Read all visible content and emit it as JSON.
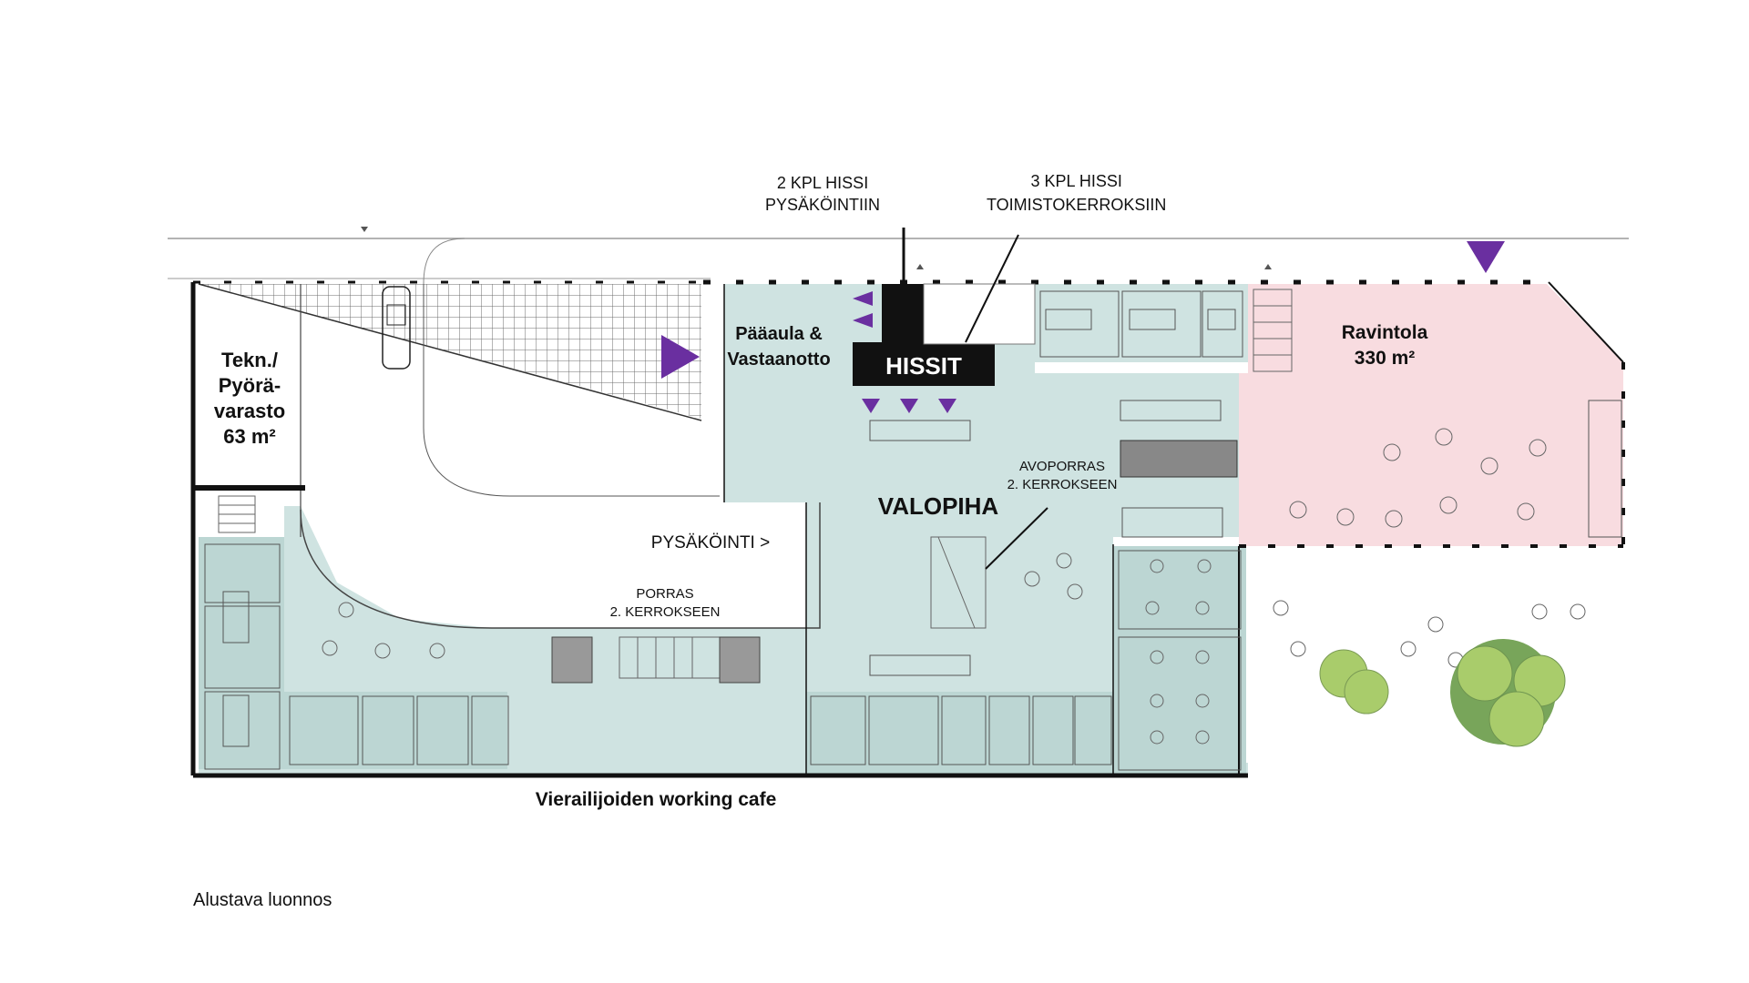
{
  "annotations": {
    "elev_parking": [
      "2 KPL HISSI",
      "PYSÄKÖINTIIN"
    ],
    "elev_office": [
      "3 KPL HISSI",
      "TOIMISTOKERROKSIIN"
    ]
  },
  "rooms": {
    "tech": [
      "Tekn./",
      "Pyörä-",
      "varasto",
      "63 m²"
    ],
    "lobby": [
      "Pääaula &",
      "Vastaanotto"
    ],
    "elevators": "HISSIT",
    "restaurant": [
      "Ravintola",
      "330 m²"
    ],
    "atrium": "VALOPIHA",
    "open_stair": [
      "AVOPORRAS",
      "2. KERROKSEEN"
    ],
    "parking": "PYSÄKÖINTI >",
    "stair": [
      "PORRAS",
      "2. KERROKSEEN"
    ],
    "cafe": "Vierailijoiden working cafe"
  },
  "footer": "Alustava luonnos",
  "colors": {
    "mint": "#cfe3e1",
    "pink": "#f8dce0",
    "accent_purple": "#6a2fa0",
    "wall": "#111111",
    "tree_light": "#a9cc6b",
    "tree_dark": "#78a55a"
  }
}
